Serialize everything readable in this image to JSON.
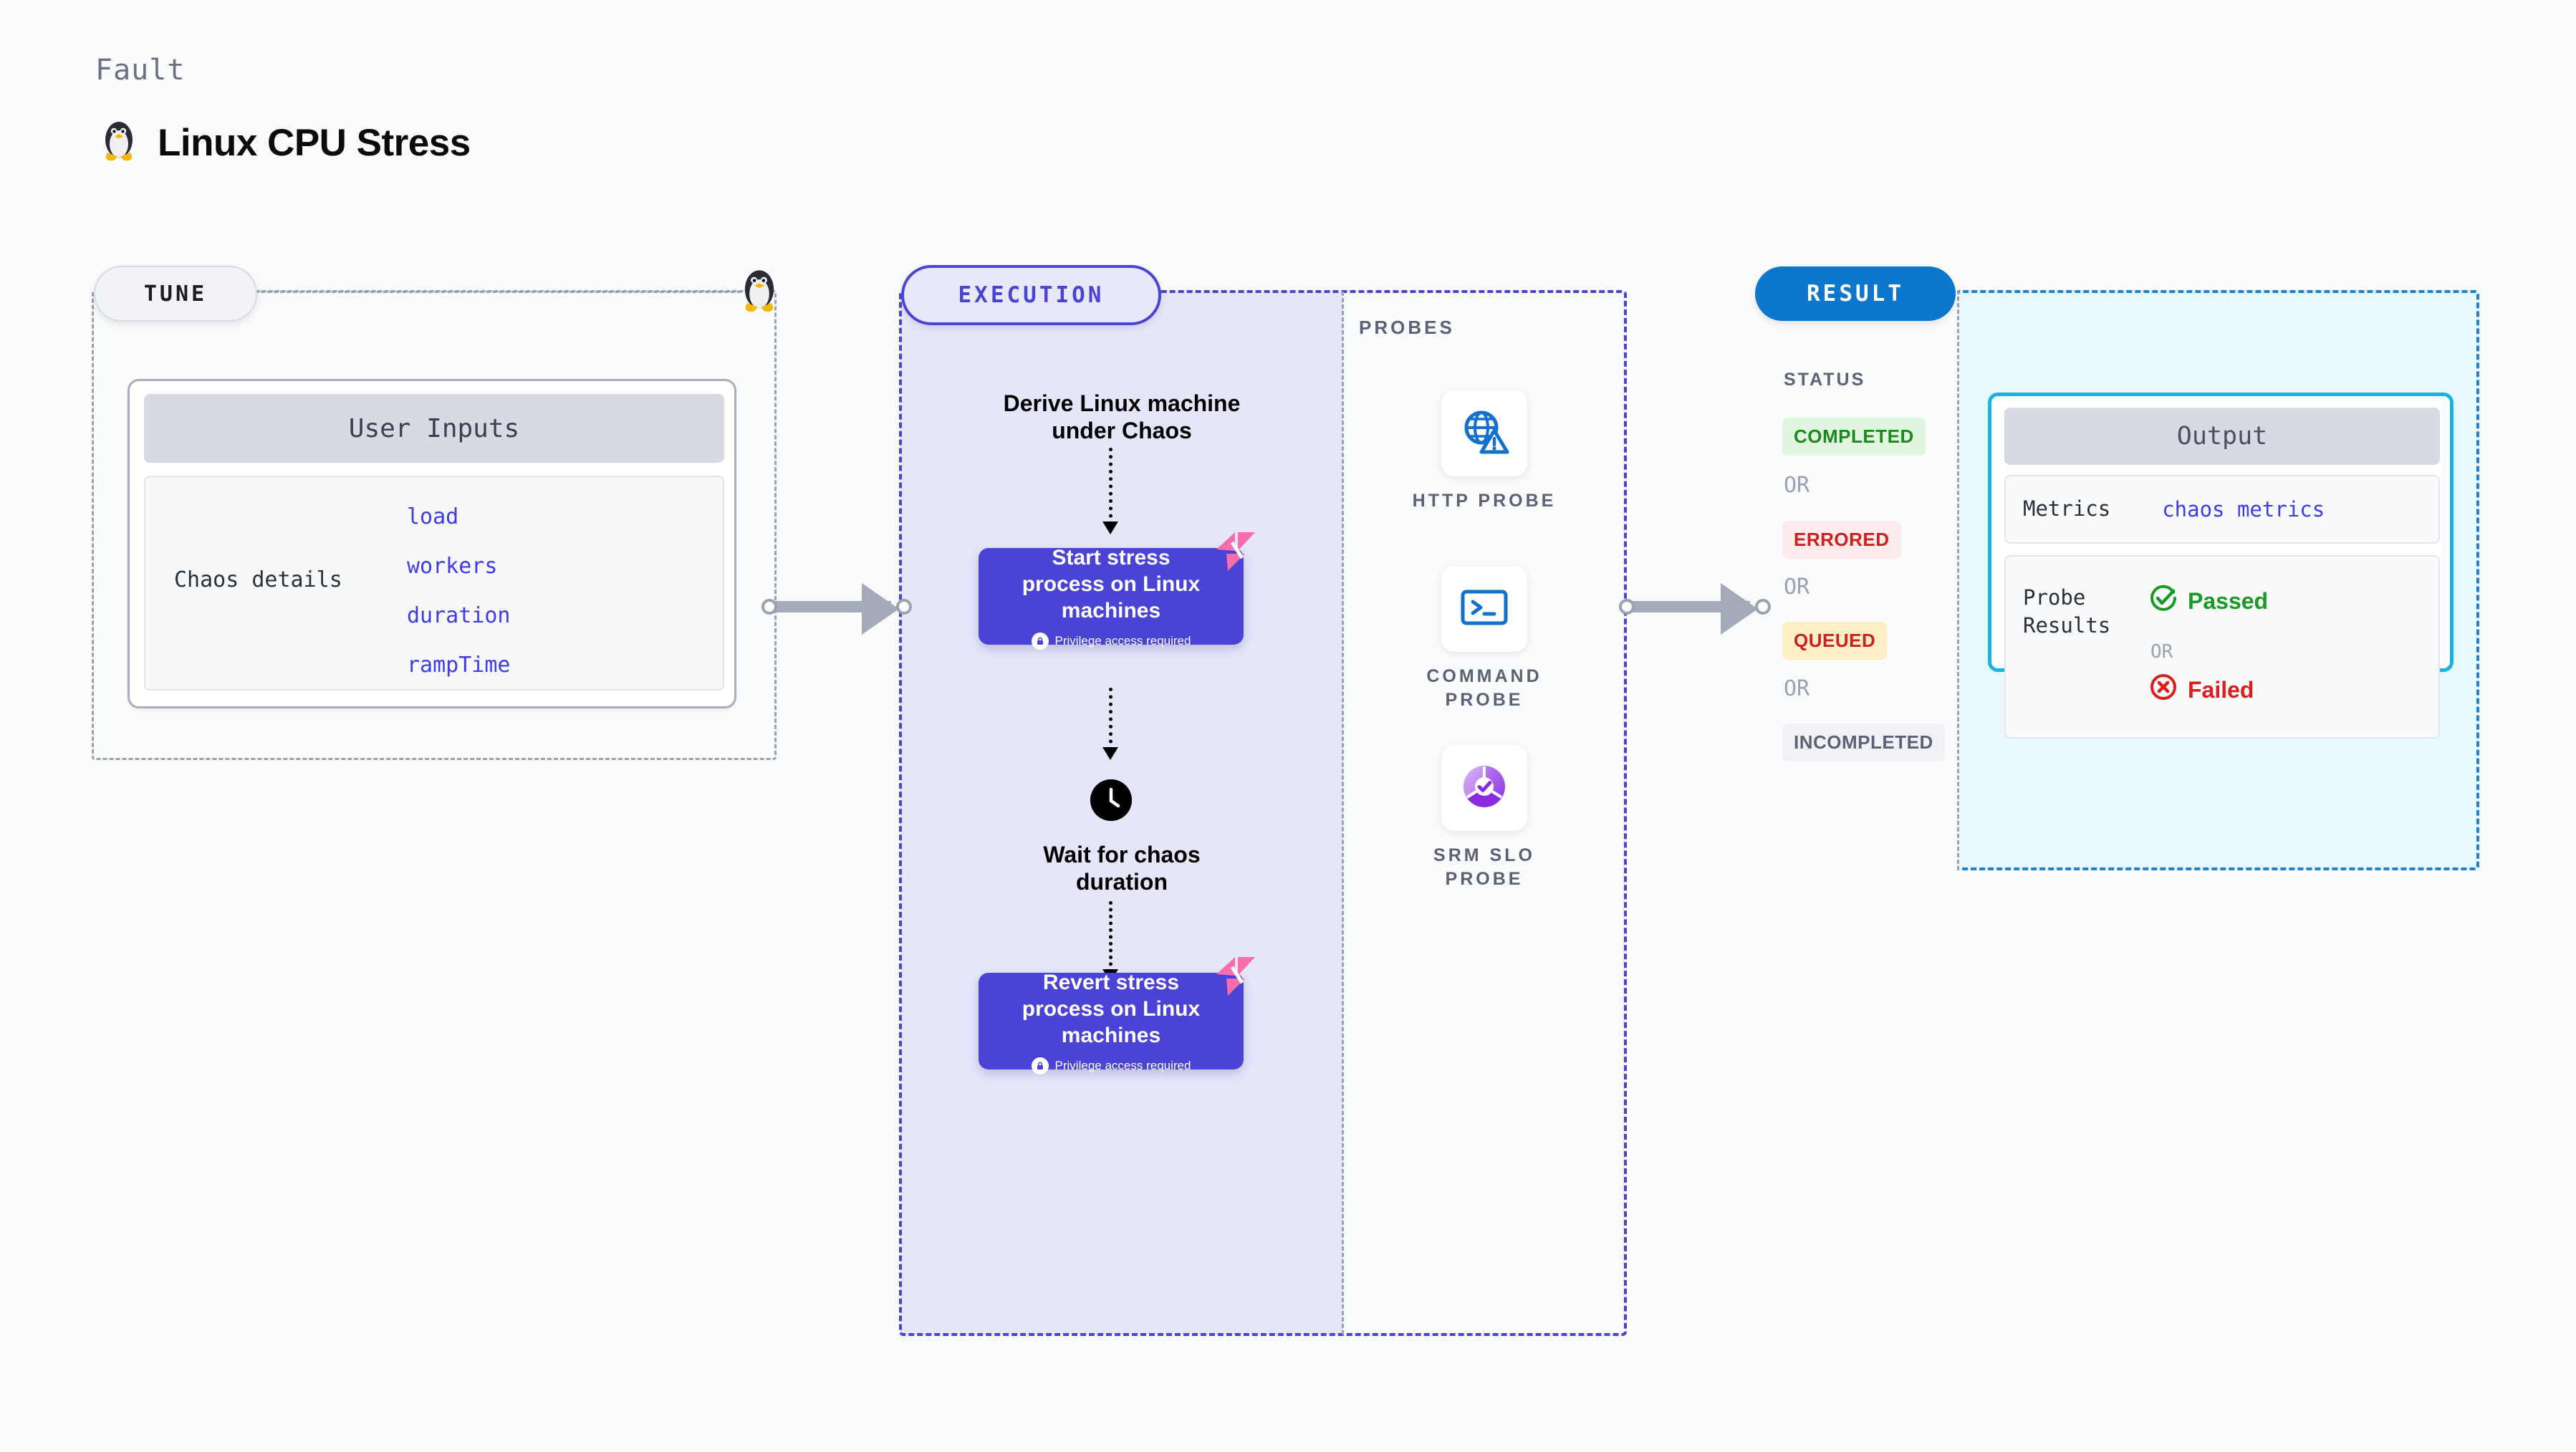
{
  "header": {
    "kicker": "Fault",
    "title": "Linux CPU Stress",
    "icon": "linux-penguin-icon"
  },
  "tune": {
    "pill_label": "TUNE",
    "platform_icon": "linux-penguin-icon",
    "card": {
      "header": "User Inputs",
      "row_label": "Chaos details",
      "params": [
        "load",
        "workers",
        "duration",
        "rampTime"
      ]
    }
  },
  "execution": {
    "pill_label": "EXECUTION",
    "steps": [
      {
        "type": "text",
        "label": "Derive Linux machine\nunder Chaos"
      },
      {
        "type": "action",
        "title": "Start stress\nprocess on Linux\nmachines",
        "note": "Privilege access required",
        "note_icon": "lock-icon",
        "badge_icon": "harness-logo-icon"
      },
      {
        "type": "wait",
        "icon": "clock-icon",
        "label": "Wait for chaos\nduration"
      },
      {
        "type": "action",
        "title": "Revert stress\nprocess on Linux\nmachines",
        "note": "Privilege access required",
        "note_icon": "lock-icon",
        "badge_icon": "harness-logo-icon"
      }
    ],
    "step_texts": {
      "derive_line1": "Derive Linux machine",
      "derive_line2": "under Chaos",
      "start_line1": "Start stress",
      "start_line2": "process on Linux",
      "start_line3": "machines",
      "start_note": "Privilege access required",
      "wait_line1": "Wait for chaos",
      "wait_line2": "duration",
      "revert_line1": "Revert stress",
      "revert_line2": "process on Linux",
      "revert_line3": "machines",
      "revert_note": "Privilege access required"
    }
  },
  "probes": {
    "section_label": "PROBES",
    "items": [
      {
        "label_line1": "HTTP  PROBE",
        "label_line2": "",
        "icon": "globe-warning-icon"
      },
      {
        "label_line1": "COMMAND",
        "label_line2": "PROBE",
        "icon": "terminal-icon"
      },
      {
        "label_line1": "SRM  SLO",
        "label_line2": "PROBE",
        "icon": "slo-donut-check-icon"
      }
    ]
  },
  "result": {
    "pill_label": "RESULT",
    "status_label": "STATUS",
    "or_label": "OR",
    "statuses": [
      {
        "text": "COMPLETED",
        "bg": "#e1f5e0",
        "fg": "#1a8a1f"
      },
      {
        "text": "ERRORED",
        "bg": "#fdeaea",
        "fg": "#cc2020"
      },
      {
        "text": "QUEUED",
        "bg": "#fdeec5",
        "fg": "#cc2020"
      },
      {
        "text": "INCOMPLETED",
        "bg": "#f1f2f6",
        "fg": "#5c6275"
      }
    ],
    "output": {
      "header": "Output",
      "metrics_key": "Metrics",
      "metrics_value": "chaos metrics",
      "probe_key_line1": "Probe",
      "probe_key_line2": "Results",
      "passed_label": "Passed",
      "passed_icon": "check-circle-icon",
      "or_label": "OR",
      "failed_label": "Failed",
      "failed_icon": "x-circle-icon"
    }
  },
  "colors": {
    "accent_purple": "#4b42d6",
    "accent_blue": "#0d76cd",
    "accent_cyan": "#18b1e8",
    "neutral_dash": "#9aa1b0",
    "pass_green": "#1a9a24",
    "fail_red": "#e01b1b",
    "harness_pink": "#f96dab"
  }
}
